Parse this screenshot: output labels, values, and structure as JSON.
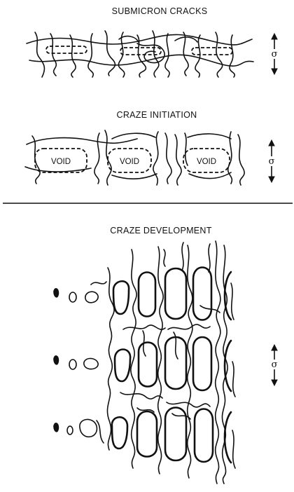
{
  "panels": [
    {
      "title": "SUBMICRON CRACKS"
    },
    {
      "title": "CRAZE INITIATION",
      "void_labels": [
        "VOID",
        "VOID",
        "VOID"
      ]
    },
    {
      "title": "CRAZE DEVELOPMENT"
    }
  ],
  "stress_symbol": "σ",
  "colors": {
    "ink": "#111111",
    "background": "#ffffff"
  }
}
